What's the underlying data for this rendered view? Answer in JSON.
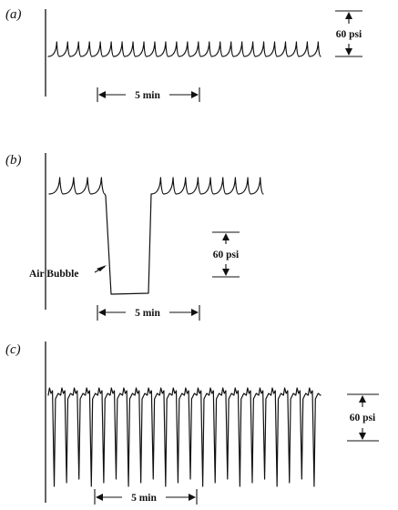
{
  "panels": [
    {
      "id": "a",
      "label": "(a)",
      "time_scale_label": "5 min",
      "pressure_scale_label": "60 psi",
      "pulse_count": 25
    },
    {
      "id": "b",
      "label": "(b)",
      "time_scale_label": "5 min",
      "pressure_scale_label": "60 psi",
      "annotation": "Air Bubble",
      "pulse_count_before": 4,
      "pulse_count_after": 9
    },
    {
      "id": "c",
      "label": "(c)",
      "time_scale_label": "5 min",
      "pressure_scale_label": "60 psi",
      "pulse_count": 22
    }
  ],
  "colors": {
    "ink": "#111111",
    "background": "#ffffff"
  }
}
